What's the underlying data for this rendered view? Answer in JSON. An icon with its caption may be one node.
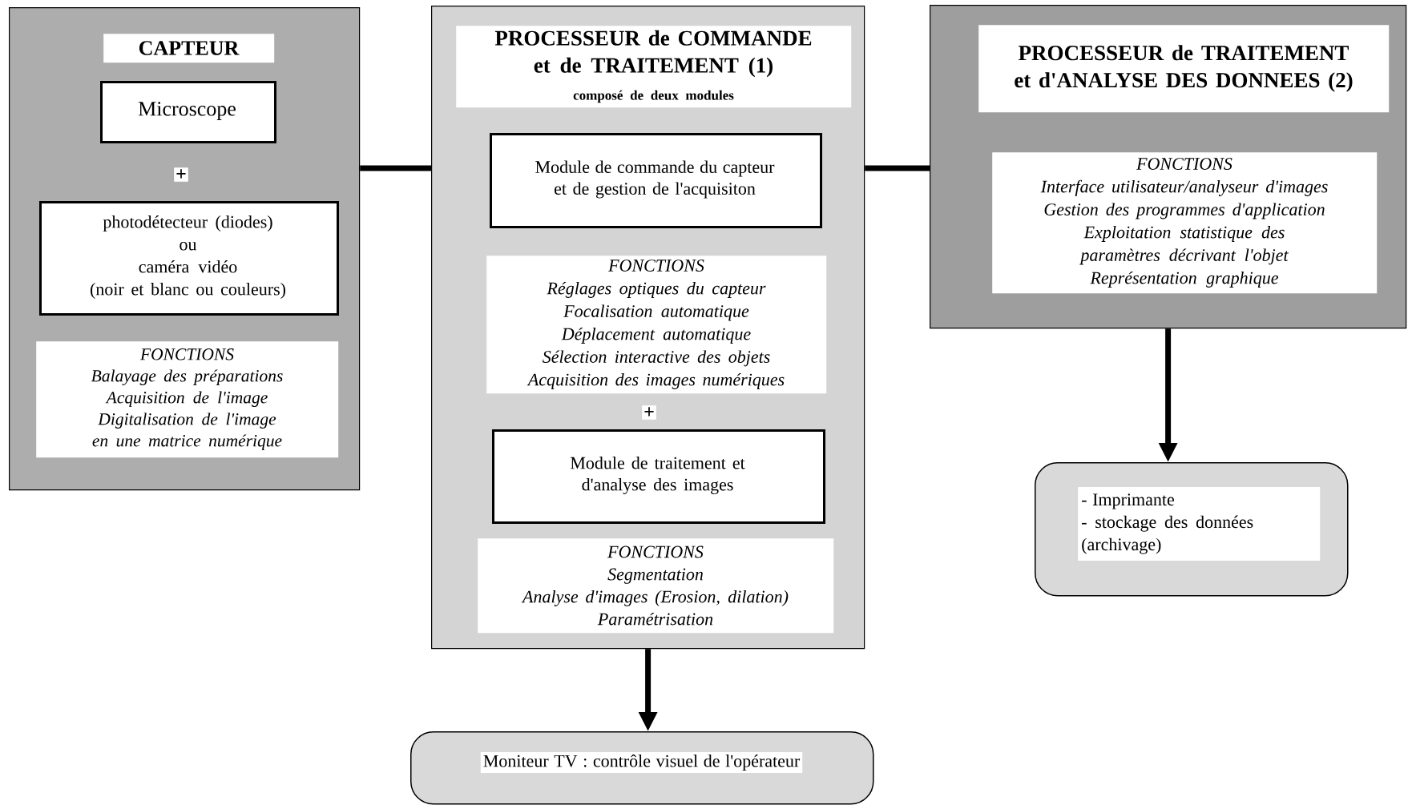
{
  "diagram": {
    "nodes": [
      {
        "text": [],
        "shape": "box"
      },
      {
        "text": [
          "CAPTEUR"
        ],
        "in": 0
      },
      {
        "text": [
          "Microscope"
        ],
        "in": 0
      },
      {
        "text": [
          "photodétecteur (diodes)",
          "ou",
          "caméra vidéo",
          "(noir et blanc ou couleurs)"
        ],
        "in": 0
      },
      {
        "text": [
          "FONCTIONS",
          "Balayage des préparations",
          "Acquisition de l'image",
          "Digitalisation de l'image en une matrice numérique"
        ],
        "in": 0
      },
      {
        "text": [],
        "shape": "box"
      },
      {
        "text": [
          "PROCESSEUR de COMMANDE et de TRAITEMENT (1)",
          "composé de deux modules"
        ],
        "in": 5
      },
      {
        "text": [
          "Module de commande du capteur et de gestion de l'acquisiton"
        ],
        "in": 5
      },
      {
        "text": [
          "FONCTIONS",
          "Réglages optiques du capteur",
          "Focalisation automatique",
          "Déplacement automatique",
          "Sélection interactive des objets",
          "Acquisition des images numériques"
        ],
        "in": 5
      },
      {
        "text": [
          "Module de traitement et d'analyse des images"
        ],
        "in": 5
      },
      {
        "text": [
          "FONCTIONS",
          "Segmentation",
          "Analyse d'images (Erosion, dilation)",
          "Paramétrisation"
        ],
        "in": 5
      },
      {
        "text": [],
        "shape": "box"
      },
      {
        "text": [
          "PROCESSEUR de TRAITEMENT et d'ANALYSE DES DONNEES (2)"
        ],
        "in": 11
      },
      {
        "text": [
          "FONCTIONS",
          "Interface utilisateur/analyseur d'images",
          "Gestion des programmes d'application",
          "Exploitation statistique des paramètres décrivant l'objet",
          "Représentation graphique"
        ],
        "in": 11
      },
      {
        "text": [
          "- Imprimante",
          "- stockage des données (archivage)"
        ]
      },
      {
        "text": [
          "Moniteur TV : contrôle visuel de l'opérateur"
        ]
      }
    ],
    "edges": [
      {
        "from": 0,
        "to": 5,
        "arrow": "none"
      },
      {
        "from": 5,
        "to": 11,
        "arrow": "none"
      },
      {
        "from": 5,
        "to": 15,
        "arrow": "to"
      },
      {
        "from": 11,
        "to": 14,
        "arrow": "to"
      }
    ],
    "labels": [
      "+",
      "+"
    ]
  }
}
